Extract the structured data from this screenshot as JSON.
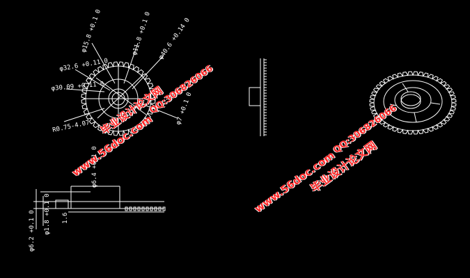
{
  "drawing": {
    "front_view_dims": [
      "φ15.8 +0.1 0",
      "φ11.8 +0.1 0",
      "φ32.6 +0.11 0",
      "φ40.6 +0.14 0",
      "φ30.09 +0.11 0",
      "φ7 +0.1 0",
      "R0.75-4.07"
    ],
    "section_dims": [
      "φ6.4 +0.1 0",
      "φ1.8 +0.1 0",
      "φ6.2 +0.1 0",
      "1.6"
    ]
  },
  "watermarks": {
    "site": "www.56doc.com",
    "qq": "QQ:306826066",
    "cn": "毕业设计论文网"
  },
  "colors": {
    "background": "#000000",
    "lines": "#ffffff",
    "watermark": "#ff2a2a"
  }
}
